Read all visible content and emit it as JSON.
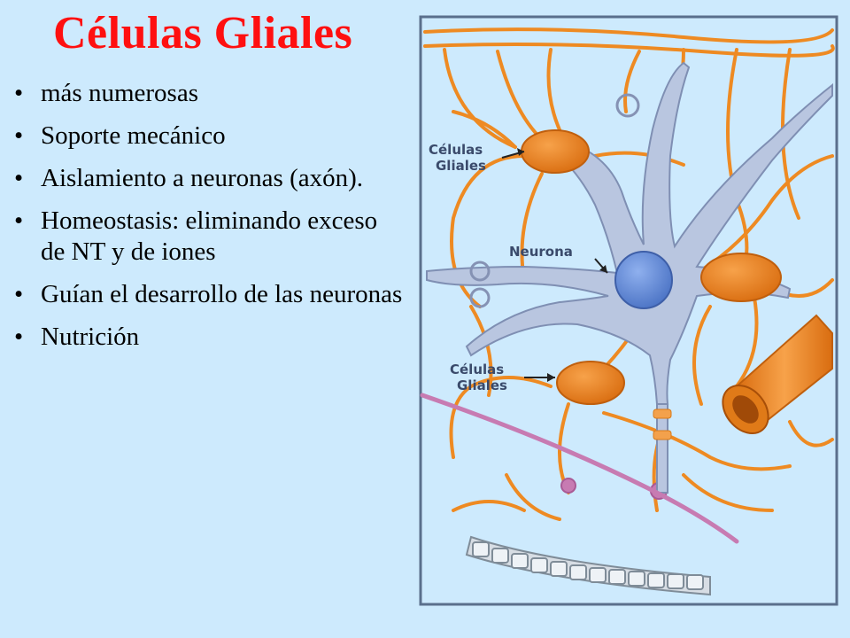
{
  "slide": {
    "title": "Células Gliales",
    "bullets": [
      {
        "text": "más numerosas"
      },
      {
        "text": "Soporte mecánico"
      },
      {
        "text": "Aislamiento a neuronas (axón)."
      },
      {
        "text": "Homeostasis: eliminando exceso de NT y de iones"
      },
      {
        "text": "Guían el desarrollo de las neuronas"
      },
      {
        "text": "Nutrición"
      }
    ]
  },
  "diagram": {
    "labels": {
      "glia_top_line1": "Células",
      "glia_top_line2": "Gliales",
      "neuron": "Neurona",
      "glia_bottom_line1": "Células",
      "glia_bottom_line2": "Gliales"
    },
    "colors": {
      "background": "#cdeafd",
      "title": "#ff1010",
      "glia": "#f08a1c",
      "neuron": "#b9c6e0",
      "nucleus": "#5f87d3",
      "frame": "#5a6f8c",
      "axon_pink": "#c77bb2"
    }
  }
}
